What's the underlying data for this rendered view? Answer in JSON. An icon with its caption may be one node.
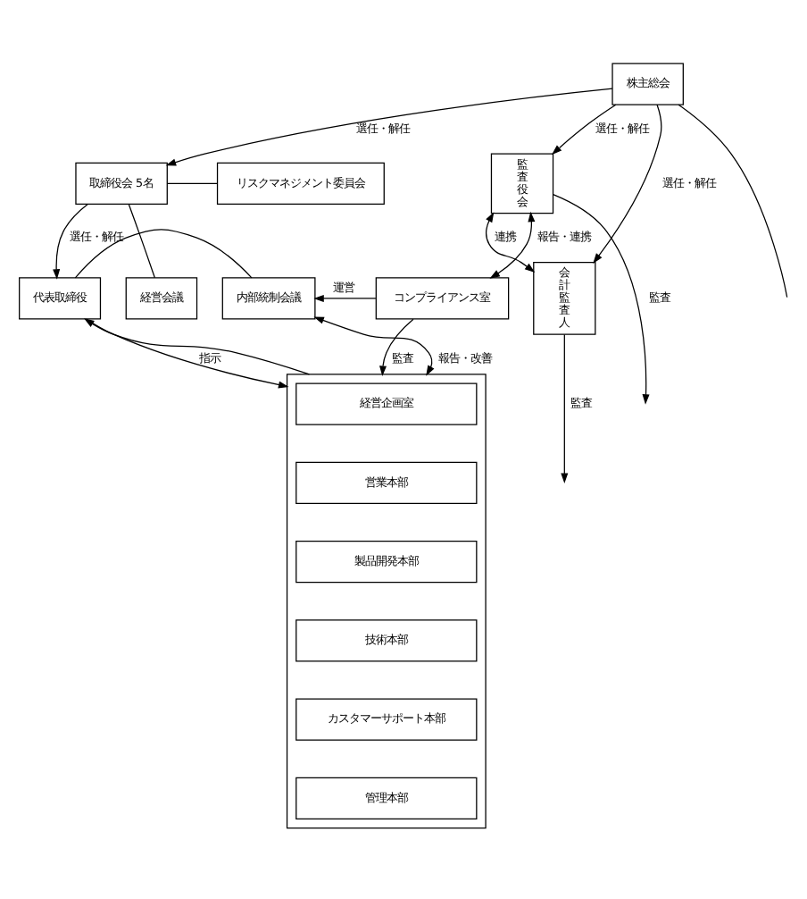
{
  "diagram": {
    "nodes": [
      {
        "text": [
          "株主総会"
        ]
      },
      {
        "text": [
          "取締役会 5名"
        ]
      },
      {
        "text": [
          "リスクマネジメント委員会"
        ]
      },
      {
        "text": [
          "経営会議"
        ]
      },
      {
        "text": [
          "監査役会"
        ]
      },
      {
        "text": [
          "会計監査人"
        ]
      },
      {
        "text": [
          "代表取締役"
        ]
      },
      {
        "text": [
          "内部統制会議"
        ]
      },
      {
        "text": [
          "コンプライアンス室"
        ]
      },
      {
        "text": [],
        "shape": "box"
      },
      {
        "text": [
          "経営企画室"
        ],
        "in": 9
      },
      {
        "text": [
          "営業本部"
        ],
        "in": 9
      },
      {
        "text": [
          "製品開発本部"
        ],
        "in": 9
      },
      {
        "text": [
          "技術本部"
        ],
        "in": 9
      },
      {
        "text": [
          "カスタマーサポート本部"
        ],
        "in": 9
      },
      {
        "text": [
          "管理本部"
        ],
        "in": 9
      }
    ],
    "edges": [
      {
        "from": 0,
        "to": 1,
        "arrow": "to",
        "label": "選任・解任"
      },
      {
        "from": 0,
        "to": 4,
        "arrow": "to",
        "label": "選任・解任"
      },
      {
        "from": 0,
        "to": 5,
        "arrow": "to",
        "label": "選任・解任"
      },
      {
        "from": 1,
        "to": 2,
        "arrow": "none"
      },
      {
        "from": 1,
        "to": 3,
        "arrow": "none"
      },
      {
        "from": 1,
        "to": 6,
        "arrow": "to",
        "label": "選任・解任"
      },
      {
        "from": 6,
        "to": 7,
        "arrow": "none"
      },
      {
        "from": 8,
        "to": 7,
        "arrow": "to",
        "label": "運営"
      },
      {
        "from": 6,
        "to": 9,
        "arrow": "to",
        "label": "指示"
      },
      {
        "from": 9,
        "to": 6,
        "arrow": "to"
      },
      {
        "from": 9,
        "to": 7,
        "arrow": "both",
        "label": "報告・改善"
      },
      {
        "from": 4,
        "to": 5,
        "arrow": "both",
        "label": "連携"
      },
      {
        "from": 0,
        "to": null,
        "arrow": "none"
      },
      {
        "from": 4,
        "to": null,
        "arrow": "to",
        "label": "監査"
      },
      {
        "from": 5,
        "to": null,
        "arrow": "to",
        "label": "監査"
      },
      {
        "from": 8,
        "to": 4,
        "arrow": "both",
        "label": "報告・連携"
      },
      {
        "from": 8,
        "to": 9,
        "arrow": "to",
        "label": "監査"
      }
    ]
  }
}
